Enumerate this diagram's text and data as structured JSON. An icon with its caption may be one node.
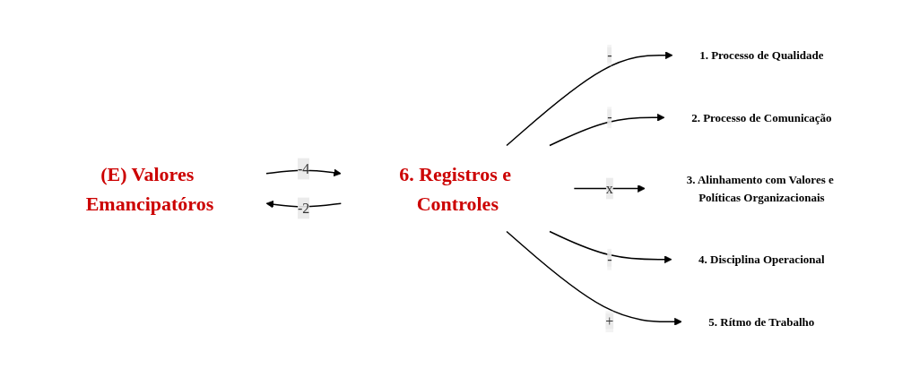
{
  "diagram": {
    "nodes": [
      {
        "text": [
          "(E) Valores Emancipatóros"
        ]
      },
      {
        "text": [
          "6. Registros e Controles"
        ]
      },
      {
        "text": [
          "1. Processo de Qualidade"
        ]
      },
      {
        "text": [
          "2. Processo de Comunicação"
        ]
      },
      {
        "text": [
          "3. Alinhamento com Valores e Políticas Organizacionais"
        ]
      },
      {
        "text": [
          "4. Disciplina Operacional"
        ]
      },
      {
        "text": [
          "5. Rítmo de Trabalho"
        ]
      }
    ],
    "edges": [
      {
        "from": 0,
        "to": 1,
        "arrow": "to",
        "label": "-4"
      },
      {
        "from": 1,
        "to": 0,
        "arrow": "to",
        "label": "-2"
      },
      {
        "from": 1,
        "to": 2,
        "arrow": "to",
        "label": "-"
      },
      {
        "from": 1,
        "to": 3,
        "arrow": "to",
        "label": "-"
      },
      {
        "from": 1,
        "to": 4,
        "arrow": "to",
        "label": "x"
      },
      {
        "from": 1,
        "to": 5,
        "arrow": "to",
        "label": "-"
      },
      {
        "from": 1,
        "to": 6,
        "arrow": "to",
        "label": "+"
      }
    ]
  }
}
